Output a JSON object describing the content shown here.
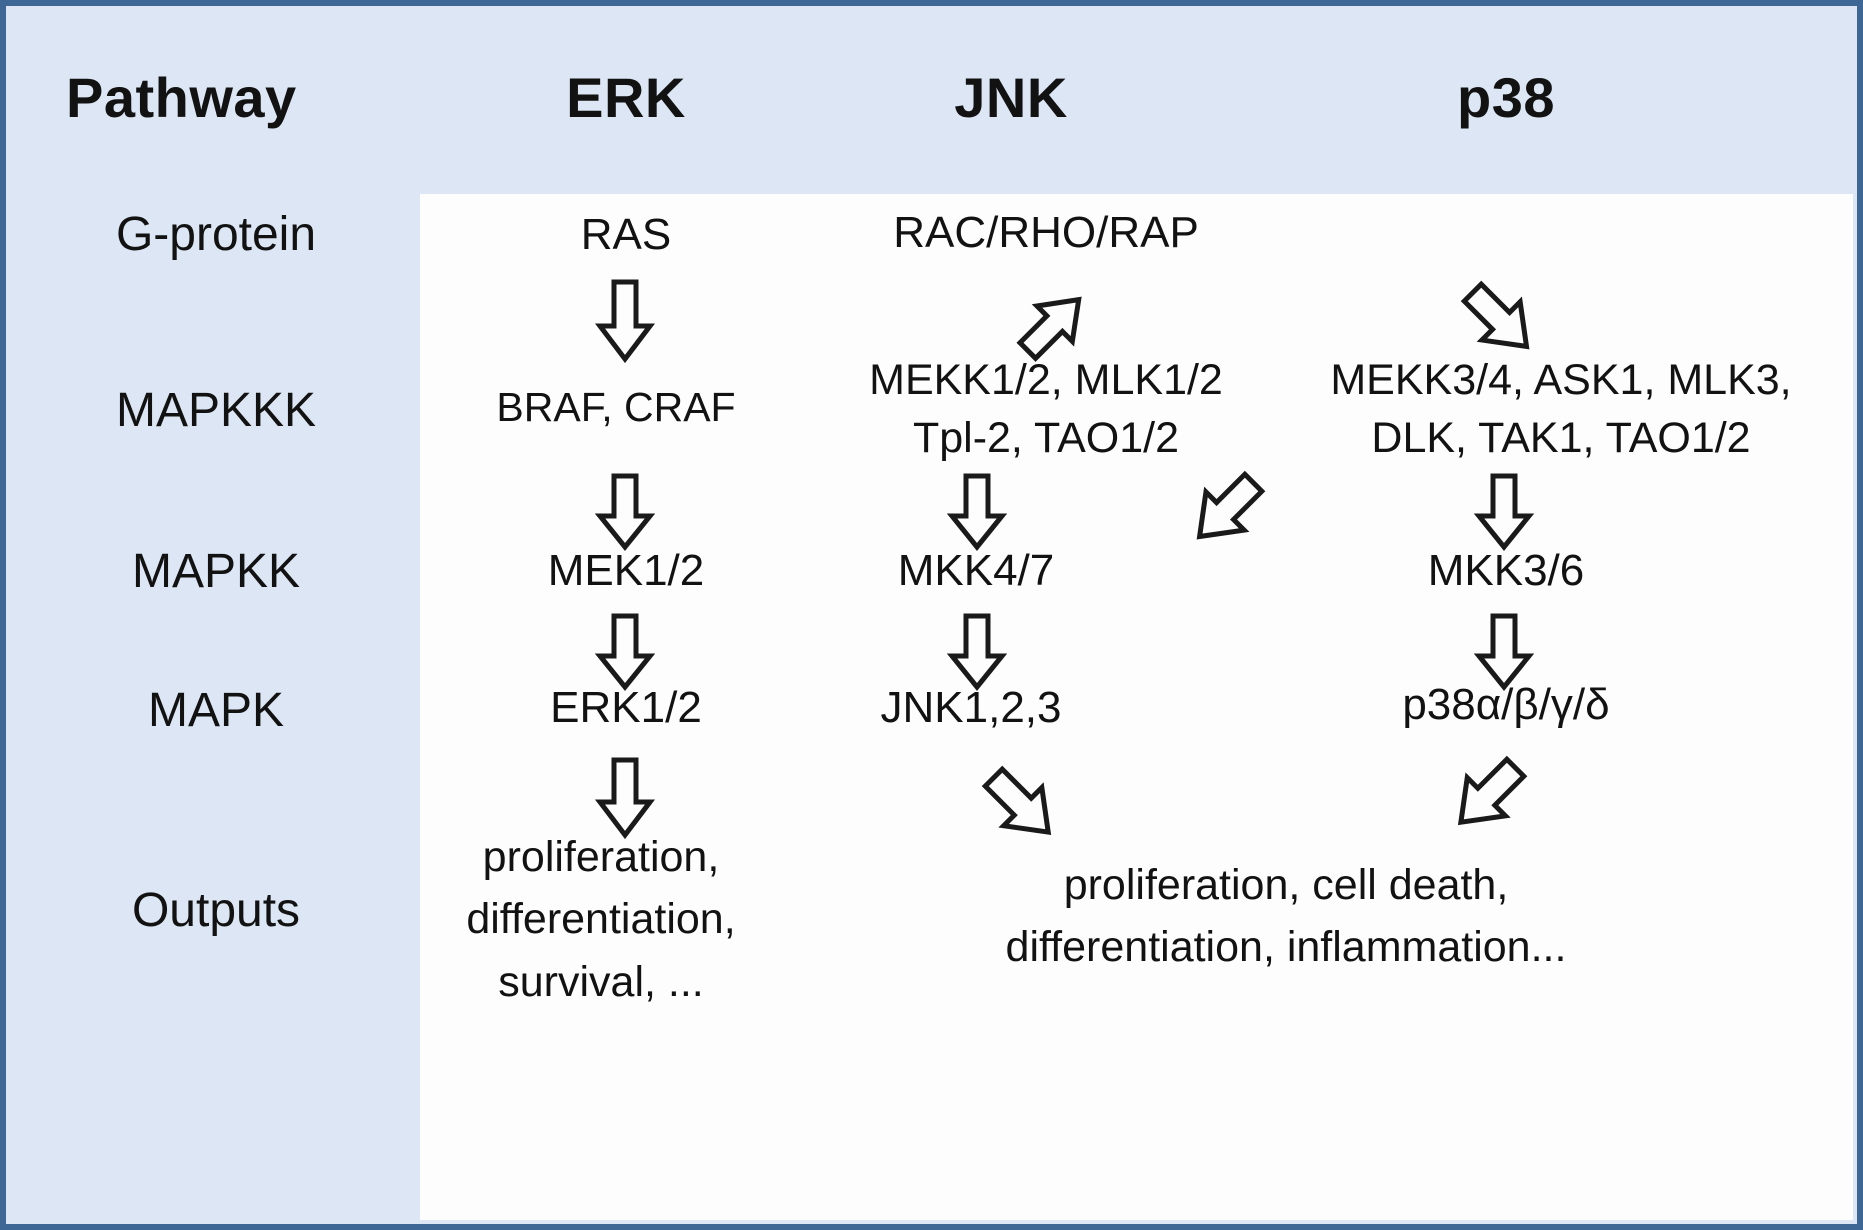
{
  "figure": {
    "border_color": "#3f6795",
    "header_bg": "#dce6f4",
    "panel_bg": "#fdfdfd"
  },
  "header": {
    "row_label": "Pathway",
    "columns": [
      "ERK",
      "JNK",
      "p38"
    ]
  },
  "rows": {
    "labels": [
      "G-protein",
      "MAPKKK",
      "MAPKK",
      "MAPK",
      "Outputs"
    ]
  },
  "nodes": {
    "g_protein": {
      "erk": "RAS",
      "shared_jnk_p38": "RAC/RHO/RAP"
    },
    "mapkkk": {
      "erk": "BRAF, CRAF",
      "jnk_line1": "MEKK1/2, MLK1/2",
      "jnk_line2": "Tpl-2, TAO1/2",
      "p38_line1": "MEKK3/4, ASK1, MLK3,",
      "p38_line2": "DLK, TAK1, TAO1/2"
    },
    "mapkk": {
      "erk": "MEK1/2",
      "jnk": "MKK4/7",
      "p38": "MKK3/6"
    },
    "mapk": {
      "erk": "ERK1/2",
      "jnk": "JNK1,2,3",
      "p38": "p38α/β/γ/δ"
    },
    "outputs": {
      "erk_line1": "proliferation,",
      "erk_line2": "differentiation,",
      "erk_line3": "survival, ...",
      "shared_line1": "proliferation, cell death,",
      "shared_line2": "differentiation, inflammation..."
    }
  },
  "arrows": [
    {
      "id": "arrow-ras-to-raf",
      "direction": "down",
      "from": "RAS",
      "to": "BRAF, CRAF"
    },
    {
      "id": "arrow-rac-to-mekk12",
      "direction": "up-right",
      "from": "MEKK1/2, MLK1/2",
      "to": "RAC/RHO/RAP"
    },
    {
      "id": "arrow-rac-to-mekk34",
      "direction": "down-right",
      "from": "RAC/RHO/RAP",
      "to": "MEKK3/4, ASK1, MLK3, DLK, TAK1, TAO1/2"
    },
    {
      "id": "arrow-raf-to-mek",
      "direction": "down",
      "from": "BRAF, CRAF",
      "to": "MEK1/2"
    },
    {
      "id": "arrow-mekk12-to-mkk47",
      "direction": "down",
      "from": "MEKK1/2, MLK1/2, Tpl-2, TAO1/2",
      "to": "MKK4/7"
    },
    {
      "id": "arrow-mekk34-to-mkk47",
      "direction": "down-left",
      "from": "MEKK3/4, ASK1, MLK3, DLK, TAK1, TAO1/2",
      "to": "MKK4/7"
    },
    {
      "id": "arrow-mekk34-to-mkk36",
      "direction": "down",
      "from": "MEKK3/4, ASK1, MLK3, DLK, TAK1, TAO1/2",
      "to": "MKK3/6"
    },
    {
      "id": "arrow-mek-to-erk",
      "direction": "down",
      "from": "MEK1/2",
      "to": "ERK1/2"
    },
    {
      "id": "arrow-mkk47-to-jnk",
      "direction": "down",
      "from": "MKK4/7",
      "to": "JNK1,2,3"
    },
    {
      "id": "arrow-mkk36-to-p38",
      "direction": "down",
      "from": "MKK3/6",
      "to": "p38α/β/γ/δ"
    },
    {
      "id": "arrow-erk-to-outputs",
      "direction": "down",
      "from": "ERK1/2",
      "to": "proliferation, differentiation, survival, ..."
    },
    {
      "id": "arrow-jnk-to-outputs",
      "direction": "down-right",
      "from": "JNK1,2,3",
      "to": "proliferation, cell death, differentiation, inflammation..."
    },
    {
      "id": "arrow-p38-to-outputs",
      "direction": "down-left",
      "from": "p38α/β/γ/δ",
      "to": "proliferation, cell death, differentiation, inflammation..."
    }
  ]
}
